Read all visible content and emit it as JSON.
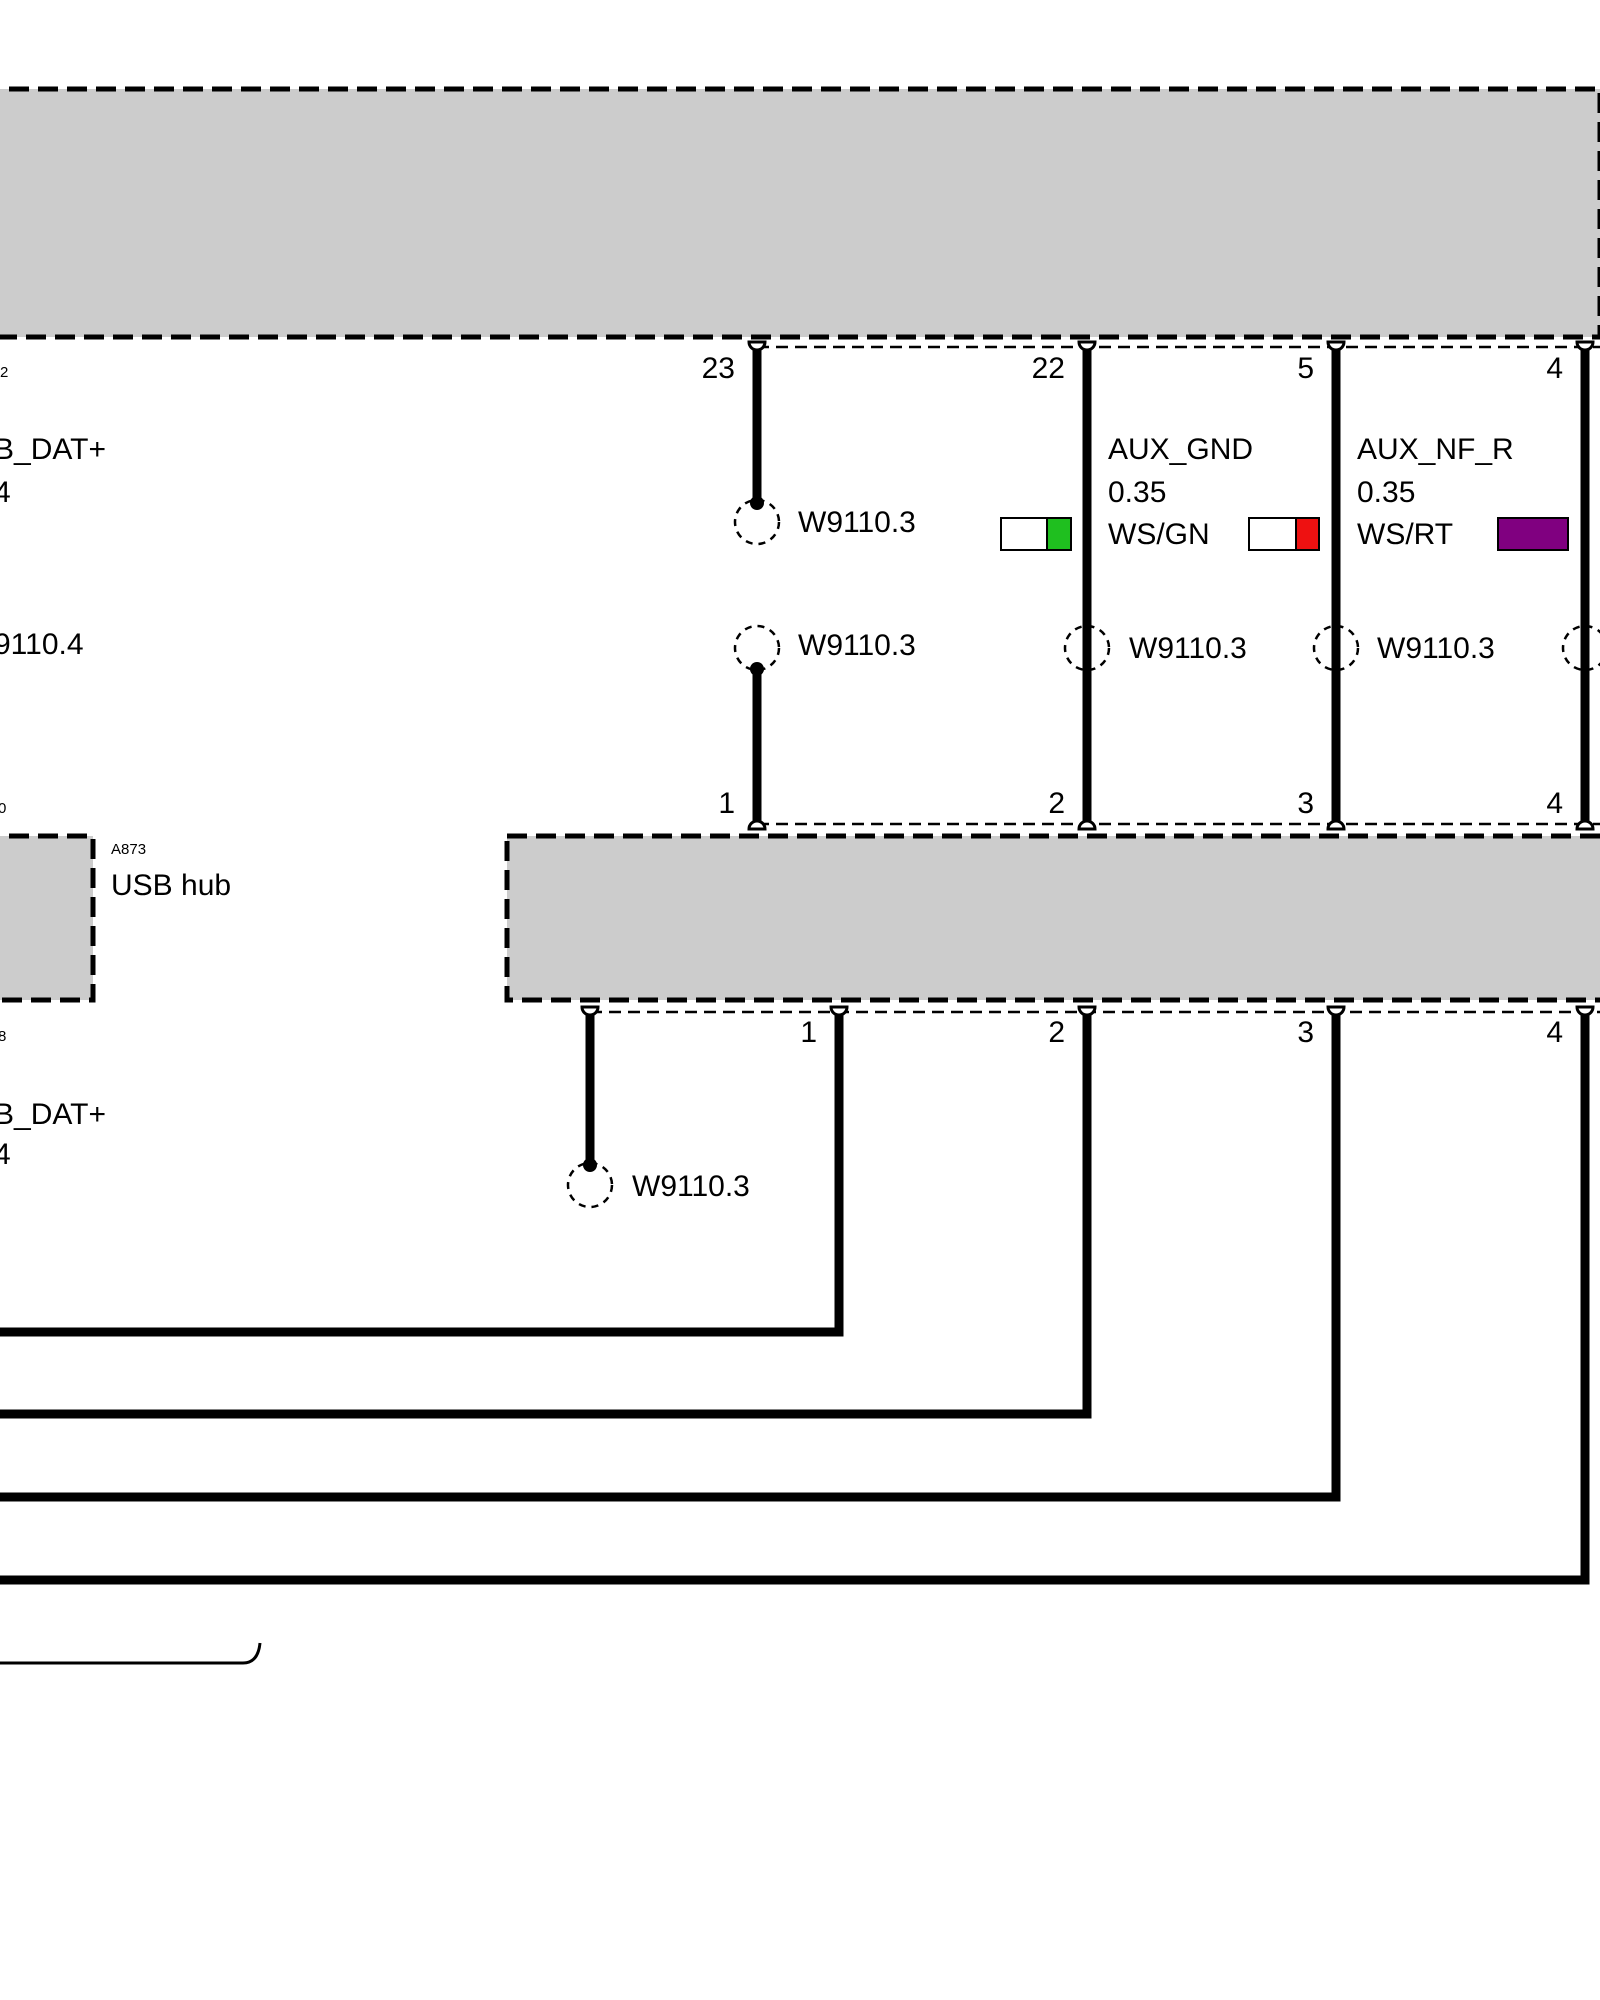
{
  "upper_pins": [
    "23",
    "22",
    "5",
    "4"
  ],
  "lower_pins_top": [
    "1",
    "2",
    "3",
    "4"
  ],
  "lower_pins_bottom": [
    "1",
    "2",
    "3",
    "4"
  ],
  "left_edge": {
    "pin_top": "2",
    "signal_top": "B_DAT+",
    "size_top": "4",
    "splice": "9110.4",
    "pin_mid": "0",
    "pin_low": "8",
    "signal_low": "B_DAT+",
    "size_low": "4"
  },
  "usb_hub": {
    "code": "A873",
    "name": "USB hub"
  },
  "wires": [
    {
      "signal": "AUX_GND",
      "size": "0.35",
      "color_code": "WS/GN",
      "colors": [
        "#ffffff",
        "#1fbf1f"
      ]
    },
    {
      "signal": "AUX_NF_R",
      "size": "0.35",
      "color_code": "WS/RT",
      "colors": [
        "#ffffff",
        "#ee1111"
      ]
    },
    {
      "colors": [
        "#800080"
      ]
    }
  ],
  "splices": {
    "p23_top": "W9110.3",
    "p23_bottom": "W9110.3",
    "p22": "W9110.3",
    "p5": "W9110.3",
    "lower_left": "W9110.3"
  }
}
